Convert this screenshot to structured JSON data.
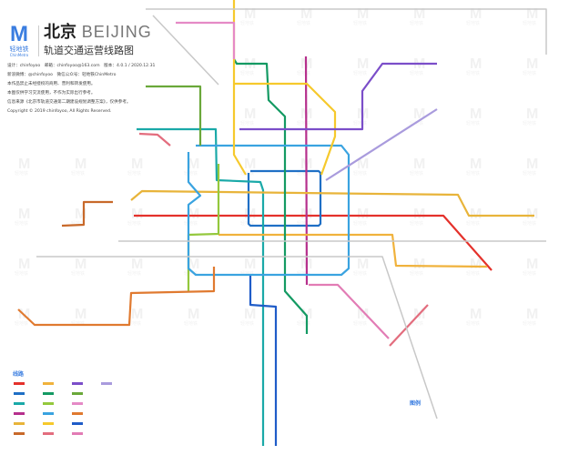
{
  "header": {
    "logo": {
      "mark": "M",
      "name_cn": "轻地铁",
      "name_en": "ChinMetro"
    },
    "title_cn": "北京",
    "title_en": "BEIJING",
    "subtitle": "轨道交通运营线路图",
    "info": [
      "设计：chinfoyoo　邮箱：chinfoyoo@163.com　版本：4.0.1 / 2020.12.31",
      "新浪微博：@chinfoyoo　微信公众号：轻地铁ChinMetro",
      "本作品禁止未经授权的商用、营利和转发使用。",
      "本图仅供学习交流使用，不作为实际出行参考。",
      "信息来源《北京市轨道交通第二期建设规划调整方案》，仅供参考。",
      "Copyright © 2019 chinfoyoo, All Rights Reserved."
    ]
  },
  "legend": {
    "title": "线路",
    "section2_title": "图例"
  },
  "lines": [
    {
      "id": "line1",
      "color": "#e4312b"
    },
    {
      "id": "line2",
      "color": "#1f6fc5"
    },
    {
      "id": "line4",
      "color": "#1aa9a8"
    },
    {
      "id": "line5",
      "color": "#b6308d"
    },
    {
      "id": "line6",
      "color": "#e8b43a"
    },
    {
      "id": "line6w",
      "color": "#c8692a"
    },
    {
      "id": "line7",
      "color": "#f0b23c"
    },
    {
      "id": "line8",
      "color": "#149a63"
    },
    {
      "id": "line9",
      "color": "#94c83d"
    },
    {
      "id": "line10",
      "color": "#3aa3e0"
    },
    {
      "id": "line13",
      "color": "#f6c92c"
    },
    {
      "id": "line14w",
      "color": "#e36d7e"
    },
    {
      "id": "line15",
      "color": "#7b4ec9"
    },
    {
      "id": "line16",
      "color": "#6aa83a"
    },
    {
      "id": "changping",
      "color": "#e58ac6"
    },
    {
      "id": "fangshan",
      "color": "#e07a30"
    },
    {
      "id": "daxing",
      "color": "#1f5cc8"
    },
    {
      "id": "yizhuang",
      "color": "#e27cb5"
    },
    {
      "id": "airport",
      "color": "#a99bdd"
    },
    {
      "id": "suburban",
      "color": "#c8c8c8"
    }
  ],
  "watermark": {
    "mark": "M",
    "text": "轻地铁"
  }
}
